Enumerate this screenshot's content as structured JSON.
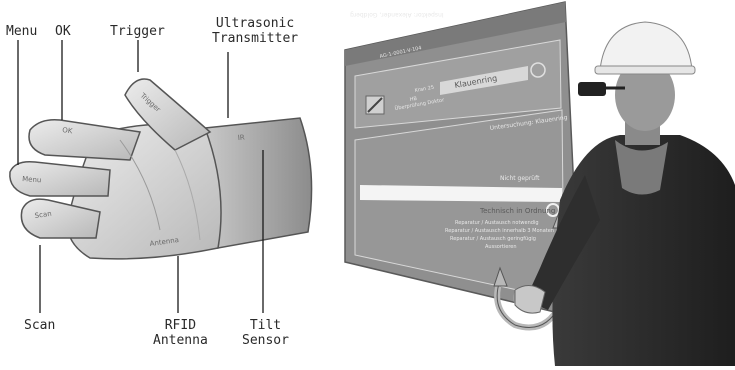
{
  "callouts": {
    "menu": "Menu",
    "ok": "OK",
    "trigger": "Trigger",
    "ultrasonic": "Ultrasonic\nTransmitter",
    "scan": "Scan",
    "rfid": "RFID\nAntenna",
    "tilt": "Tilt\nSensor"
  },
  "glove_labels": {
    "menu": "Menu",
    "ok": "OK",
    "trigger": "Trigger",
    "scan": "Scan",
    "antenna": "Antenna",
    "ir": "IR"
  },
  "hud_panel": {
    "header_user": "Inspektor: Alexander, Goldberg",
    "header_code": "AG-1-0001-V-104",
    "item_title": "Klauenring",
    "item_meta": [
      "Kran 25",
      "HB",
      "Überprüfung Doktor"
    ],
    "section_title": "Untersuchung: Klauenring",
    "option_not_checked": "Nicht geprüft",
    "option_selected": "Technisch in Ordnung",
    "sub_options": [
      "Reparatur / Austausch notwendig",
      "Reparatur / Austausch innerhalb 3 Monaten",
      "Reparatur / Austausch geringfügig",
      "Aussortieren"
    ]
  }
}
